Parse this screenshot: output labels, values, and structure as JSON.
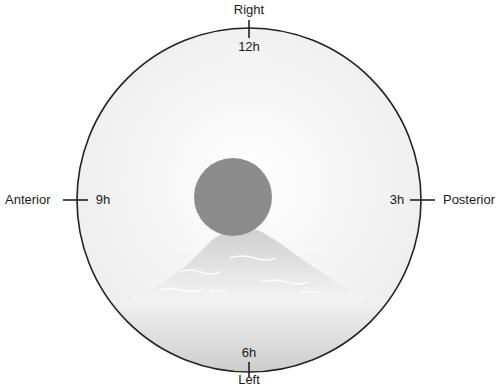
{
  "diagram": {
    "nodes": [
      {
        "text": [
          "12h",
          "9h",
          "3h",
          "6h"
        ]
      }
    ],
    "labels": [
      "Right",
      "Anterior",
      "Posterior",
      "Left"
    ]
  }
}
